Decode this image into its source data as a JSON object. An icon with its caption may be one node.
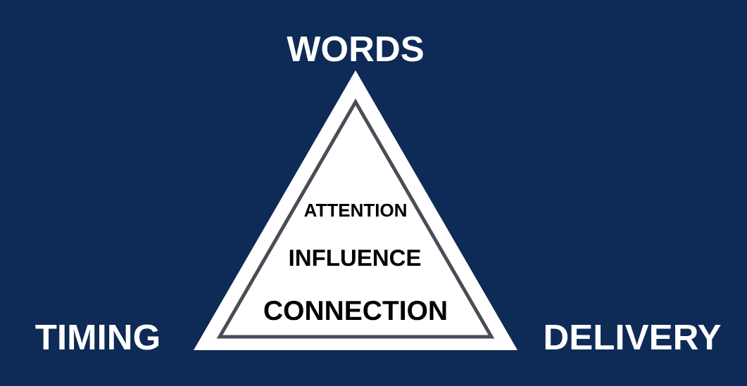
{
  "diagram": {
    "nodes": [
      {
        "text": [
          "ATTENTION",
          "INFLUENCE",
          "CONNECTION"
        ],
        "beside": [
          "WORDS",
          "TIMING",
          "DELIVERY"
        ]
      }
    ]
  }
}
